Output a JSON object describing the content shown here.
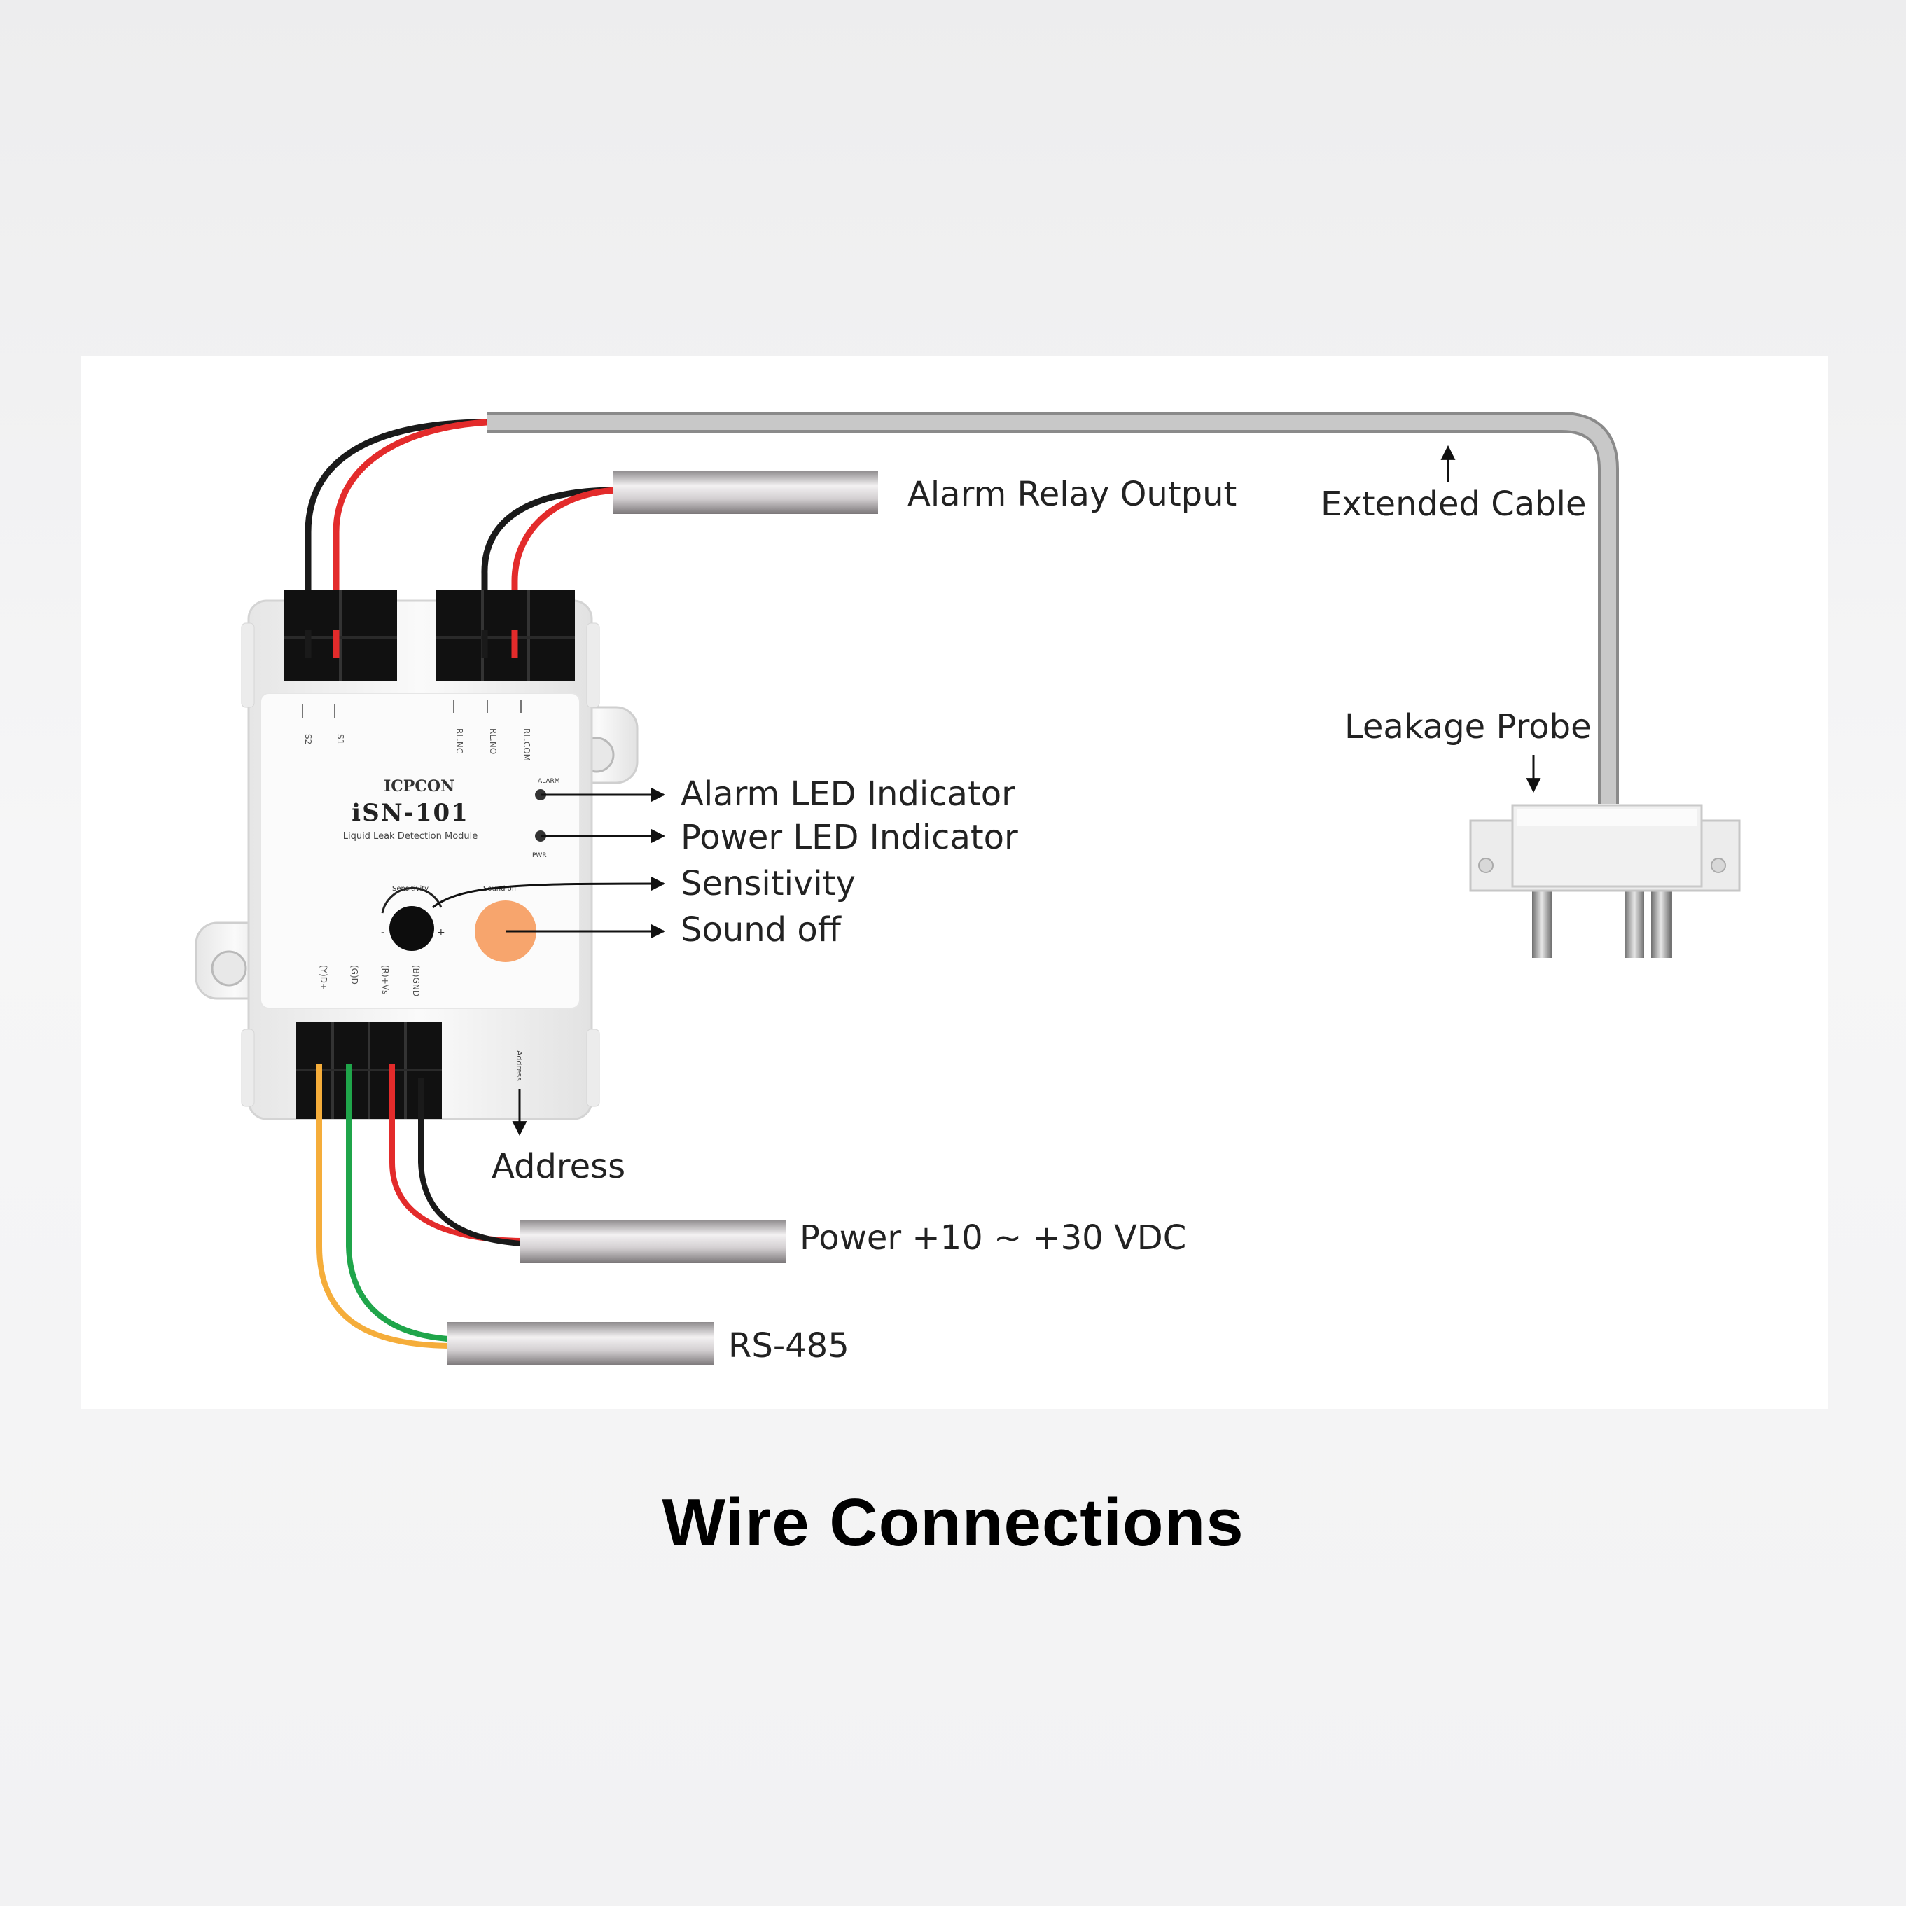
{
  "caption": "Wire Connections",
  "device": {
    "brand": "ICPCON",
    "model": "iSN-101",
    "subtitle": "Liquid Leak Detection Module",
    "sensitivity_label": "Sensitivity",
    "sound_off_label": "Sound off",
    "alarm_led_label": "ALARM",
    "pwr_led_label": "PWR",
    "address_label": "Address",
    "top_left_pins": [
      "S2",
      "S1"
    ],
    "top_right_pins": [
      "RL.NC",
      "RL.NO",
      "RL.COM"
    ],
    "bottom_pins": [
      "(Y)D+",
      "(G)D-",
      "(R)+Vs",
      "(B)GND"
    ]
  },
  "callouts": {
    "alarm_relay_output": "Alarm Relay Output",
    "extended_cable": "Extended Cable",
    "leakage_probe": "Leakage Probe",
    "alarm_led_indicator": "Alarm LED Indicator",
    "power_led_indicator": "Power LED Indicator",
    "sensitivity": "Sensitivity",
    "sound_off": "Sound off",
    "address": "Address",
    "power": "Power +10 ~ +30 VDC",
    "rs485": "RS-485"
  },
  "colors": {
    "wire_red": "#e32b2b",
    "wire_black": "#1a1a1a",
    "wire_yellow": "#f5ad3a",
    "wire_green": "#1fa54a",
    "sound_off_button": "#f7a56d",
    "cable_gray": "#b4b4b4"
  }
}
